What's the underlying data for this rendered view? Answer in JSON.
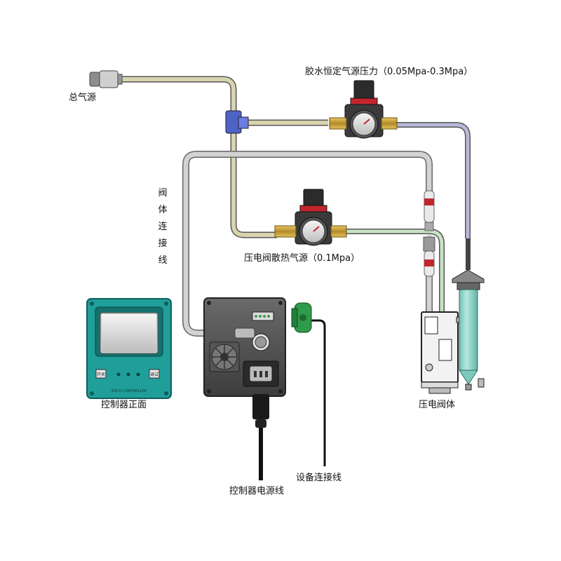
{
  "labels": {
    "main_air_source": "总气源",
    "glue_pressure": "胶水恒定气源压力（0.05Mpa-0.3Mpa）",
    "valve_cable": [
      "阀",
      "体",
      "连",
      "接",
      "线"
    ],
    "cooling_air": "压电阀散热气源（0.1Mpa）",
    "controller_front": "控制器正面",
    "piezo_valve": "压电阀体",
    "power_cable": "控制器电源线",
    "device_cable": "设备连接线"
  },
  "controller_front_panel": {
    "brand_text": "EDCO CONTROLLER",
    "btn_left": "开关",
    "btn_right": "调试"
  },
  "colors": {
    "controller_teal": "#1f9e9a",
    "hose_tan": "#d9d4ae",
    "hose_gray": "#d3d3d3",
    "hose_blue": "#b9b9dc",
    "hose_green": "#c7e3c3",
    "regulator_red": "#c0272d",
    "tee_blue": "#4f63c7",
    "connector_green": "#2e9b4a",
    "syringe_teal": "#8fd3c8"
  },
  "icons": [
    "air-inlet-fitting-icon",
    "tee-connector-icon",
    "pressure-regulator-icon",
    "pressure-gauge-icon",
    "controller-box-icon",
    "cooling-fan-icon",
    "power-plug-icon",
    "green-connector-icon",
    "piezo-valve-icon",
    "glue-syringe-icon"
  ]
}
